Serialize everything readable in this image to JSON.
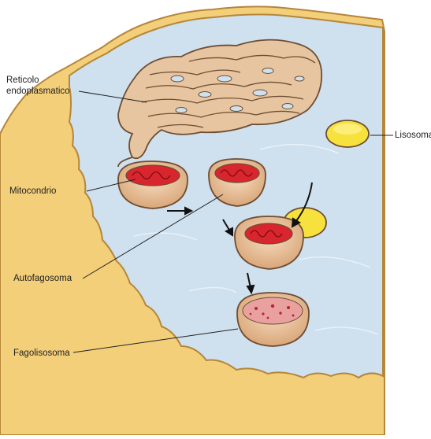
{
  "labels": {
    "er_line1": "Reticolo",
    "er_line2": "endoplasmatico",
    "lysosome": "Lisosoma",
    "mitochondrion": "Mitocondrio",
    "autophagosome": "Autofagosoma",
    "phagolysosome": "Fagolisosoma"
  },
  "colors": {
    "cytoplasm": "#cfe0ee",
    "membrane_fill": "#f3cf7a",
    "membrane_edge": "#b5863a",
    "er_fill": "#e7c5a0",
    "er_edge": "#6e4d33",
    "mito_red": "#d9262e",
    "lysosome_yellow": "#f7e23d",
    "arrow": "#111111"
  },
  "icons": [
    "arrow-icon"
  ]
}
